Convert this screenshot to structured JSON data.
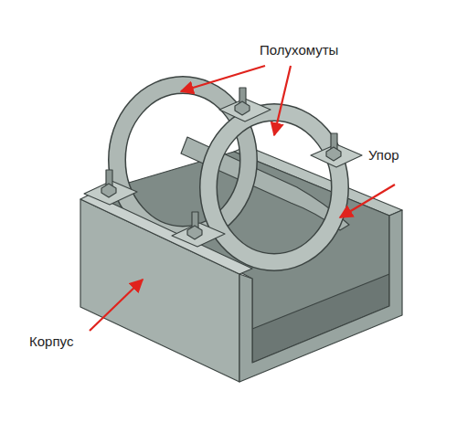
{
  "diagram": {
    "labels": [
      "Полухомуты",
      "Упор",
      "Корпус"
    ]
  }
}
